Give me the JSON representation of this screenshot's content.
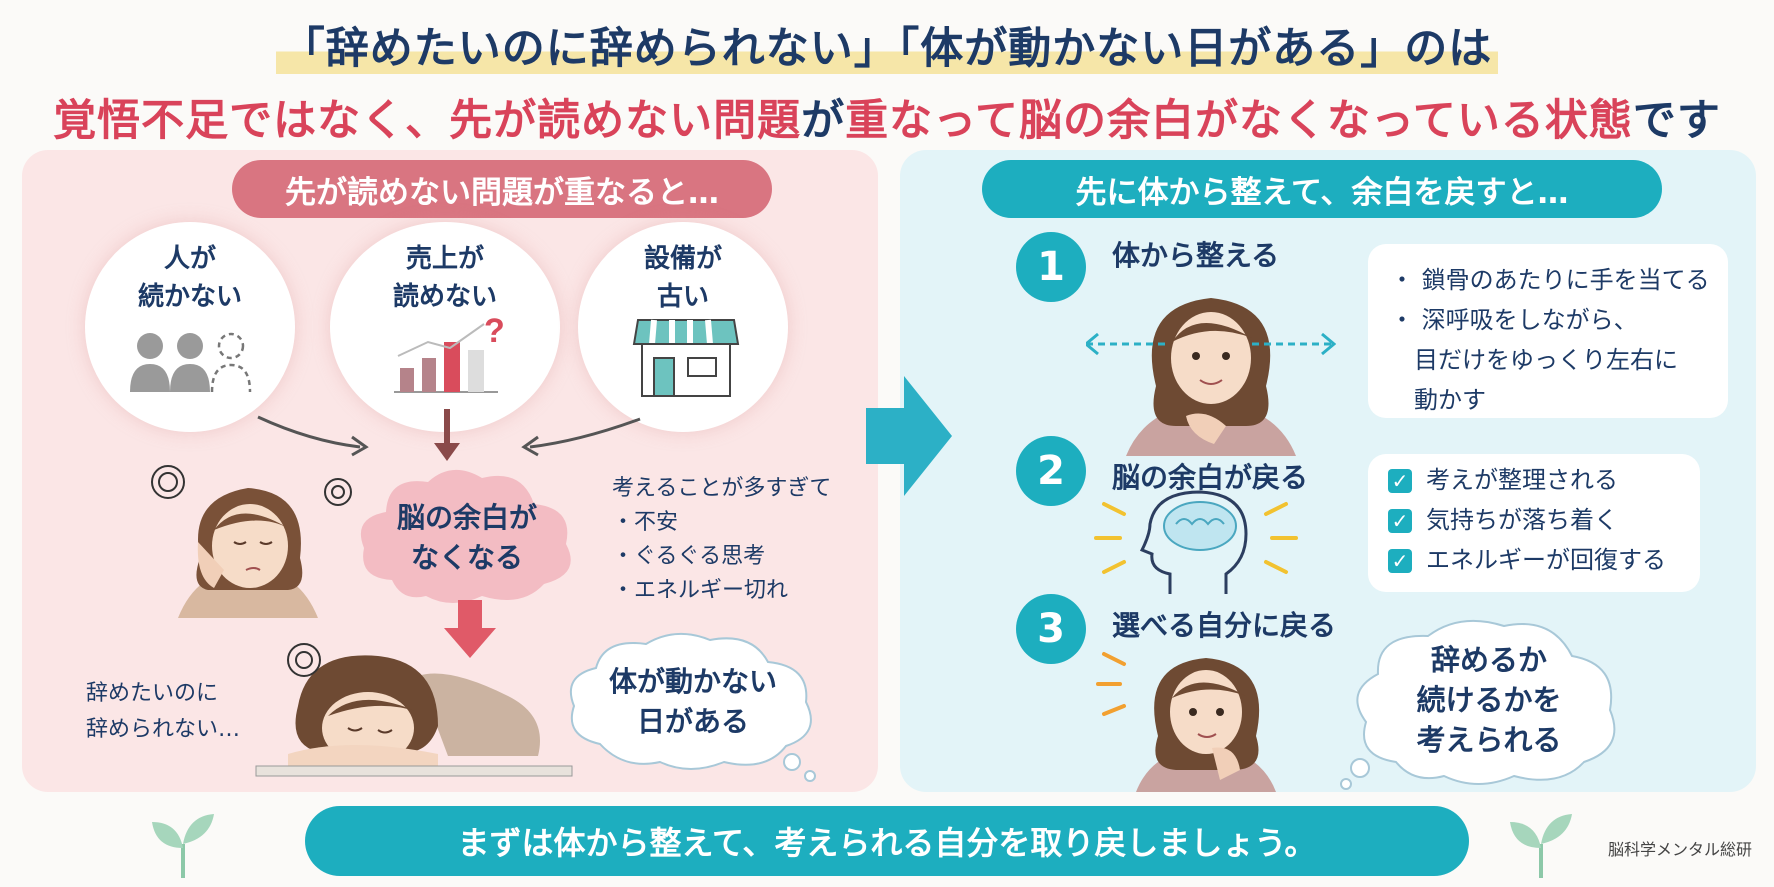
{
  "header": {
    "line1": "「辞めたいのに辞められない」「体が動かない日がある」のは",
    "line2_a": "覚悟不足ではなく、先が読めない問題",
    "line2_b": "が",
    "line2_c": "重なって脳の余白がなくなっている状態",
    "line2_d": "です"
  },
  "left": {
    "banner": "先が読めない問題が重なると…",
    "causes": [
      {
        "line1": "人が",
        "line2": "続かない"
      },
      {
        "line1": "売上が",
        "line2": "読めない"
      },
      {
        "line1": "設備が",
        "line2": "古い"
      }
    ],
    "cloud": {
      "line1": "脳の余白が",
      "line2": "なくなる"
    },
    "thoughts_title": "考えることが多すぎて",
    "thoughts": [
      "・不安",
      "・ぐるぐる思考",
      "・エネルギー切れ"
    ],
    "quote": {
      "line1": "辞めたいのに",
      "line2": "辞められない…"
    },
    "bubble": {
      "line1": "体が動かない",
      "line2": "日がある"
    }
  },
  "right": {
    "banner": "先に体から整えて、余白を戻すと…",
    "steps": [
      {
        "num": "1",
        "title": "体から整える"
      },
      {
        "num": "2",
        "title": "脳の余白が戻る"
      },
      {
        "num": "3",
        "title": "選べる自分に戻る"
      }
    ],
    "step1_items": [
      "・ 鎖骨のあたりに手を当てる",
      "・ 深呼吸をしながら、",
      "目だけをゆっくり左右に",
      "動かす"
    ],
    "step2_items": [
      "考えが整理される",
      "気持ちが落ち着く",
      "エネルギーが回復する"
    ],
    "bubble": {
      "line1": "辞めるか",
      "line2": "続けるかを",
      "line3": "考えられる"
    }
  },
  "footer": {
    "message": "まずは体から整えて、考えられる自分を取り戻しましょう。",
    "brand": "脳科学メンタル総研"
  },
  "colors": {
    "navy": "#1d3a66",
    "red": "#d9435a",
    "teal": "#1daebf",
    "pink": "#d97581"
  }
}
